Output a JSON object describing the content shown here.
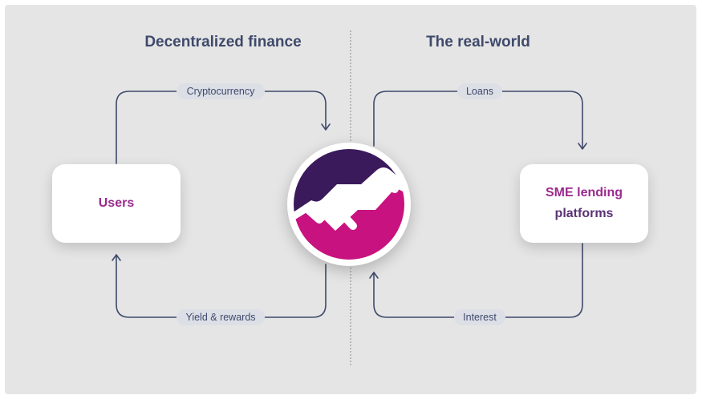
{
  "sections": {
    "left_title": "Decentralized finance",
    "right_title": "The real-world"
  },
  "nodes": {
    "users": "Users",
    "sme_line1": "SME lending",
    "sme_line2": "platforms"
  },
  "flows": {
    "cryptocurrency": "Cryptocurrency",
    "yield_rewards": "Yield & rewards",
    "loans": "Loans",
    "interest": "Interest"
  },
  "icons": {
    "center_logo": "logo-icon",
    "arrow": "arrow-head-icon"
  },
  "colors": {
    "background": "#e5e5e5",
    "line": "#3f4a6b",
    "logo_purple": "#3b1a5c",
    "logo_magenta": "#c8127f",
    "accent_text": "#9b2a8e"
  }
}
